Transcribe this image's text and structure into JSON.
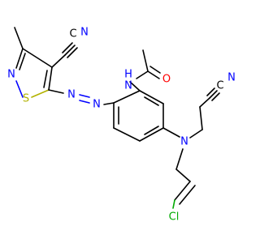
{
  "colors": {
    "carbon": "#000000",
    "nitrogen": "#0000ff",
    "oxygen": "#ff0000",
    "sulfur": "#b2b200",
    "chlorine": "#00aa00",
    "background": "#ffffff"
  },
  "atoms": {
    "n_isothiazole": "N",
    "s_isothiazole": "S",
    "n_cyano_ring": "N",
    "c_cyano_ring": "C",
    "n_azo_1": "N",
    "n_azo_2": "N",
    "n_amide": "N",
    "h_amide": "H",
    "o_amide": "O",
    "n_amine": "N",
    "n_cyano_chain": "N",
    "c_cyano_chain": "C",
    "cl": "Cl"
  }
}
